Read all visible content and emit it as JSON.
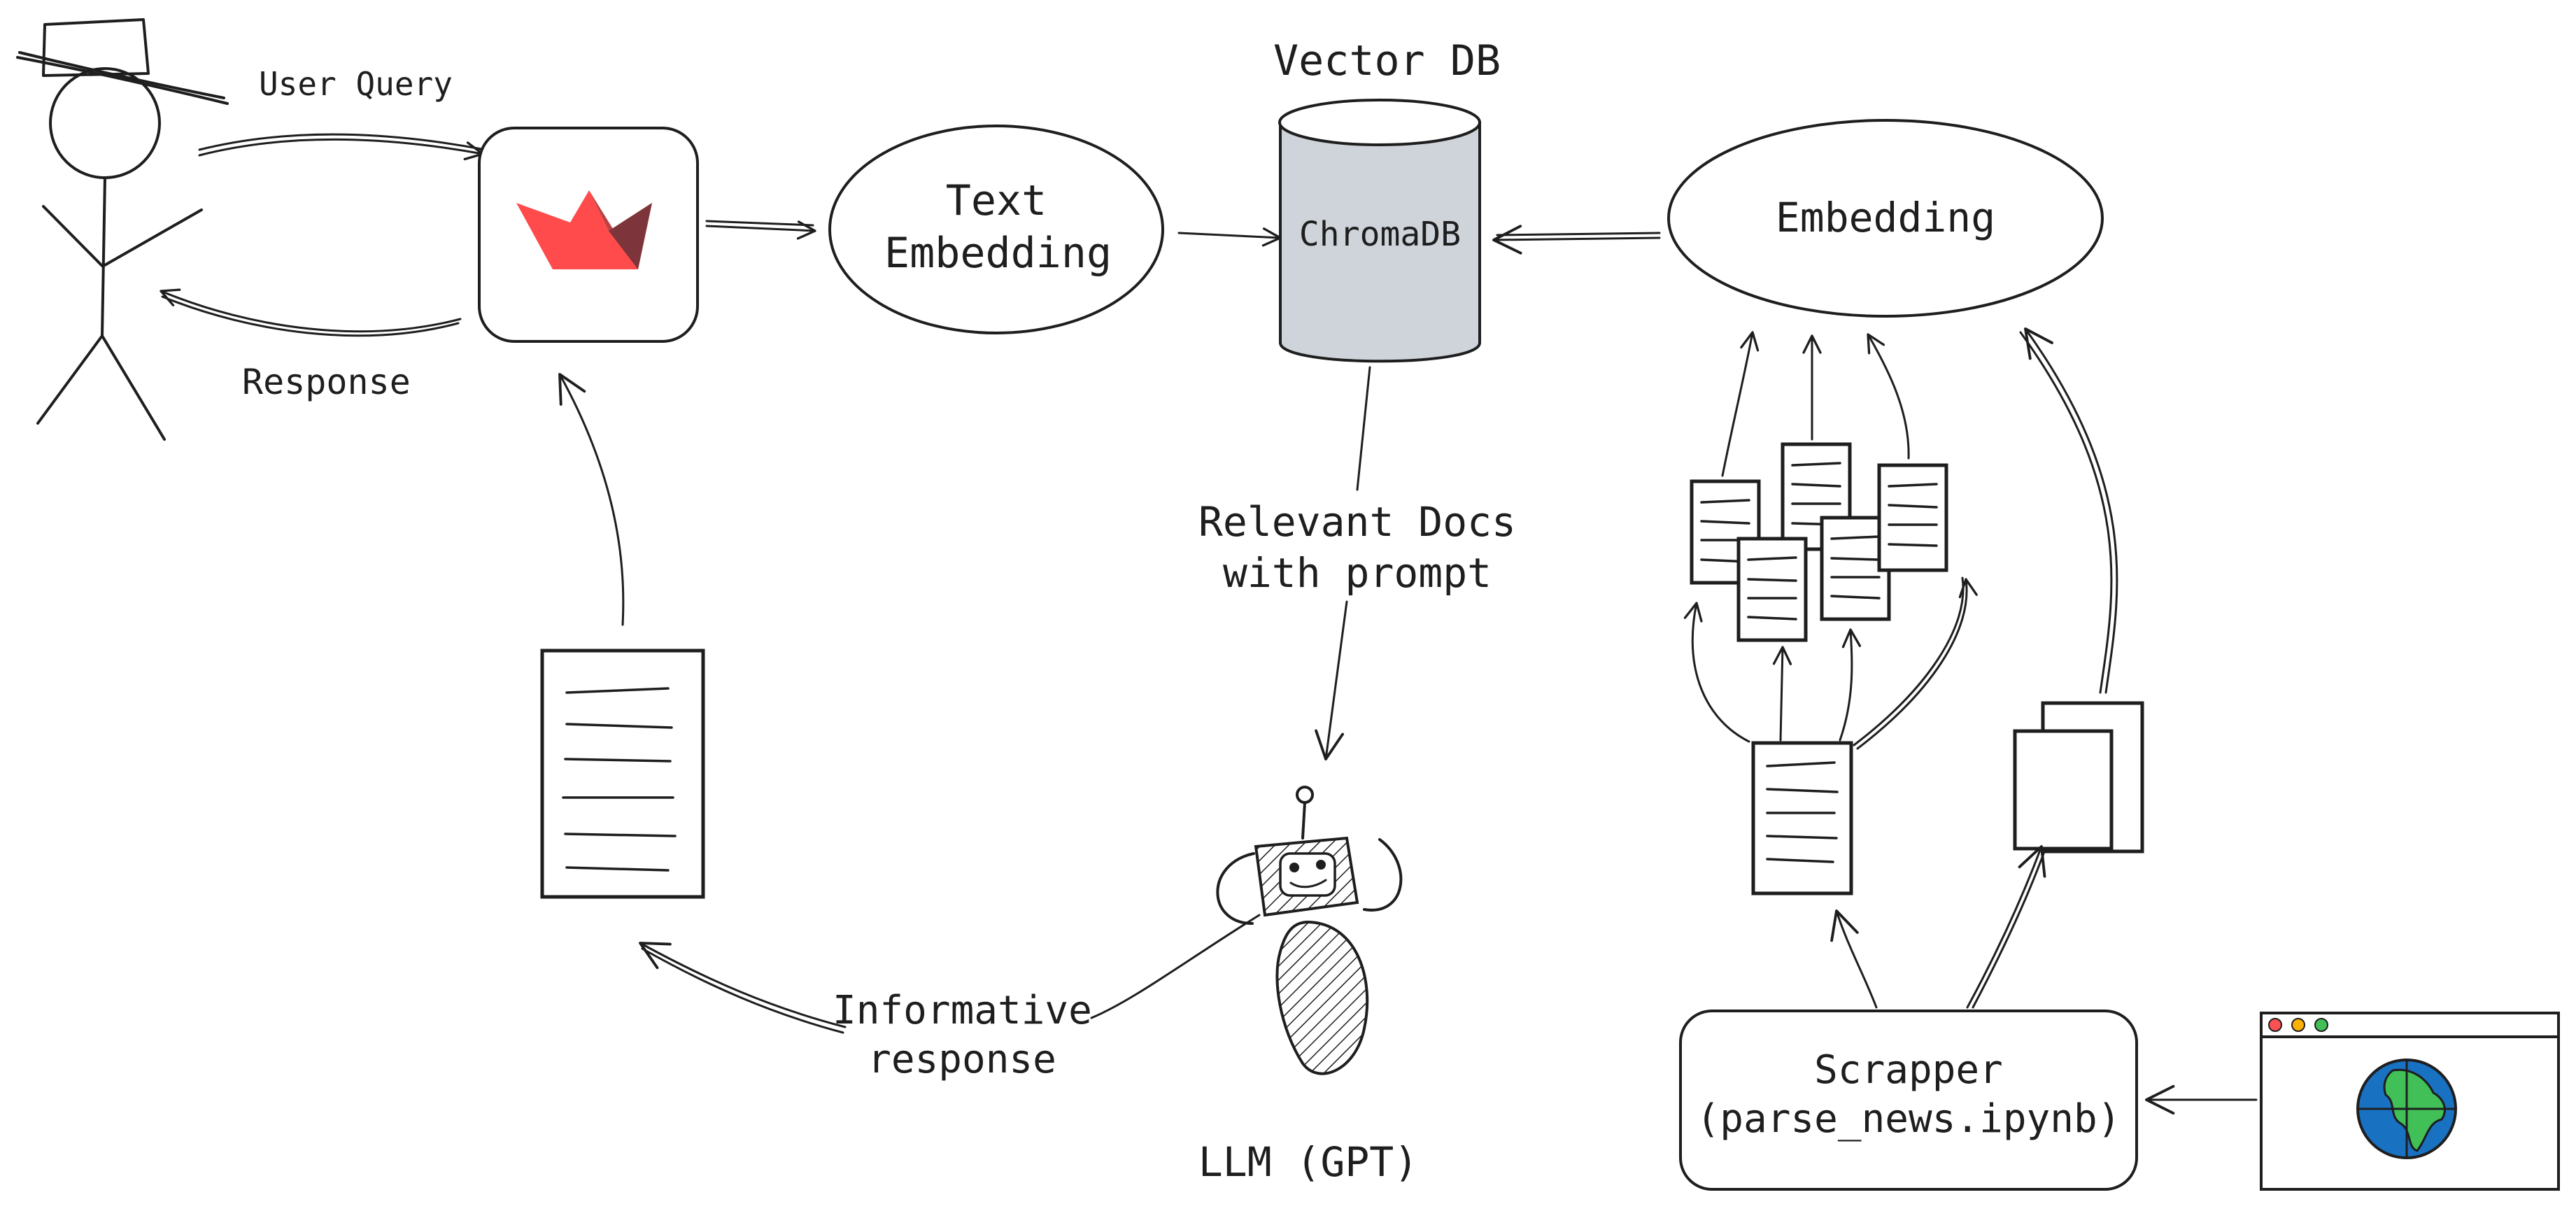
{
  "labels": {
    "user_query": "User Query",
    "response": "Response",
    "text_embedding_line1": "Text",
    "text_embedding_line2": "Embedding",
    "vector_db": "Vector DB",
    "chromadb": "ChromaDB",
    "embedding": "Embedding",
    "relevant_docs_line1": "Relevant Docs",
    "relevant_docs_line2": "with prompt",
    "informative_line1": "Informative",
    "informative_line2": "response",
    "llm": "LLM (GPT)",
    "scrapper_line1": "Scrapper",
    "scrapper_line2": "(parse_news.ipynb)"
  },
  "colors": {
    "ink": "#1e1e1e",
    "database_fill": "#ced4da",
    "streamlit_red": "#ff4b4b",
    "streamlit_dark": "#7d353b",
    "streamlit_mid": "#bd4043",
    "globe_blue": "#1971c2",
    "globe_green": "#40c057",
    "window_red": "#fa5252",
    "window_yellow": "#fab005",
    "window_green": "#40c057"
  },
  "icons": [
    "stick-figure-user-icon",
    "streamlit-logo-icon",
    "robot-icon",
    "browser-globe-icon",
    "document-icon"
  ]
}
